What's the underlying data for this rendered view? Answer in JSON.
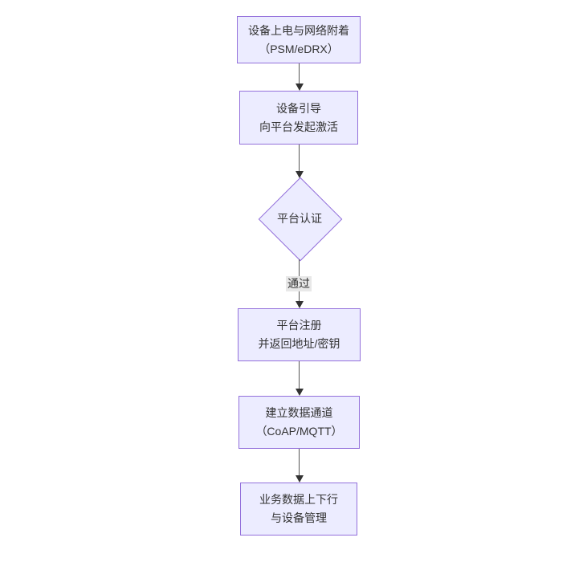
{
  "diagram": {
    "type": "flowchart",
    "direction": "top-down",
    "nodes": [
      {
        "id": "attach",
        "shape": "rect",
        "lines": [
          "设备上电与网络附着",
          "（PSM/eDRX）"
        ]
      },
      {
        "id": "bootstrap",
        "shape": "rect",
        "lines": [
          "设备引导",
          "向平台发起激活"
        ]
      },
      {
        "id": "auth",
        "shape": "diamond",
        "lines": [
          "平台认证"
        ]
      },
      {
        "id": "register",
        "shape": "rect",
        "lines": [
          "平台注册",
          "并返回地址/密钥"
        ]
      },
      {
        "id": "channel",
        "shape": "rect",
        "lines": [
          "建立数据通道",
          "（CoAP/MQTT）"
        ]
      },
      {
        "id": "business",
        "shape": "rect",
        "lines": [
          "业务数据上下行",
          "与设备管理"
        ]
      }
    ],
    "edges": [
      {
        "from": "attach",
        "to": "bootstrap",
        "label": ""
      },
      {
        "from": "bootstrap",
        "to": "auth",
        "label": ""
      },
      {
        "from": "auth",
        "to": "register",
        "label": "通过"
      },
      {
        "from": "register",
        "to": "channel",
        "label": ""
      },
      {
        "from": "channel",
        "to": "business",
        "label": ""
      }
    ],
    "colors": {
      "node_fill": "#ECECFF",
      "node_border": "#9370DB",
      "text": "#333333",
      "edge_line": "#555555",
      "arrowhead": "#333333",
      "edge_label_bg": "#e8e8e8",
      "background": "#ffffff"
    }
  }
}
